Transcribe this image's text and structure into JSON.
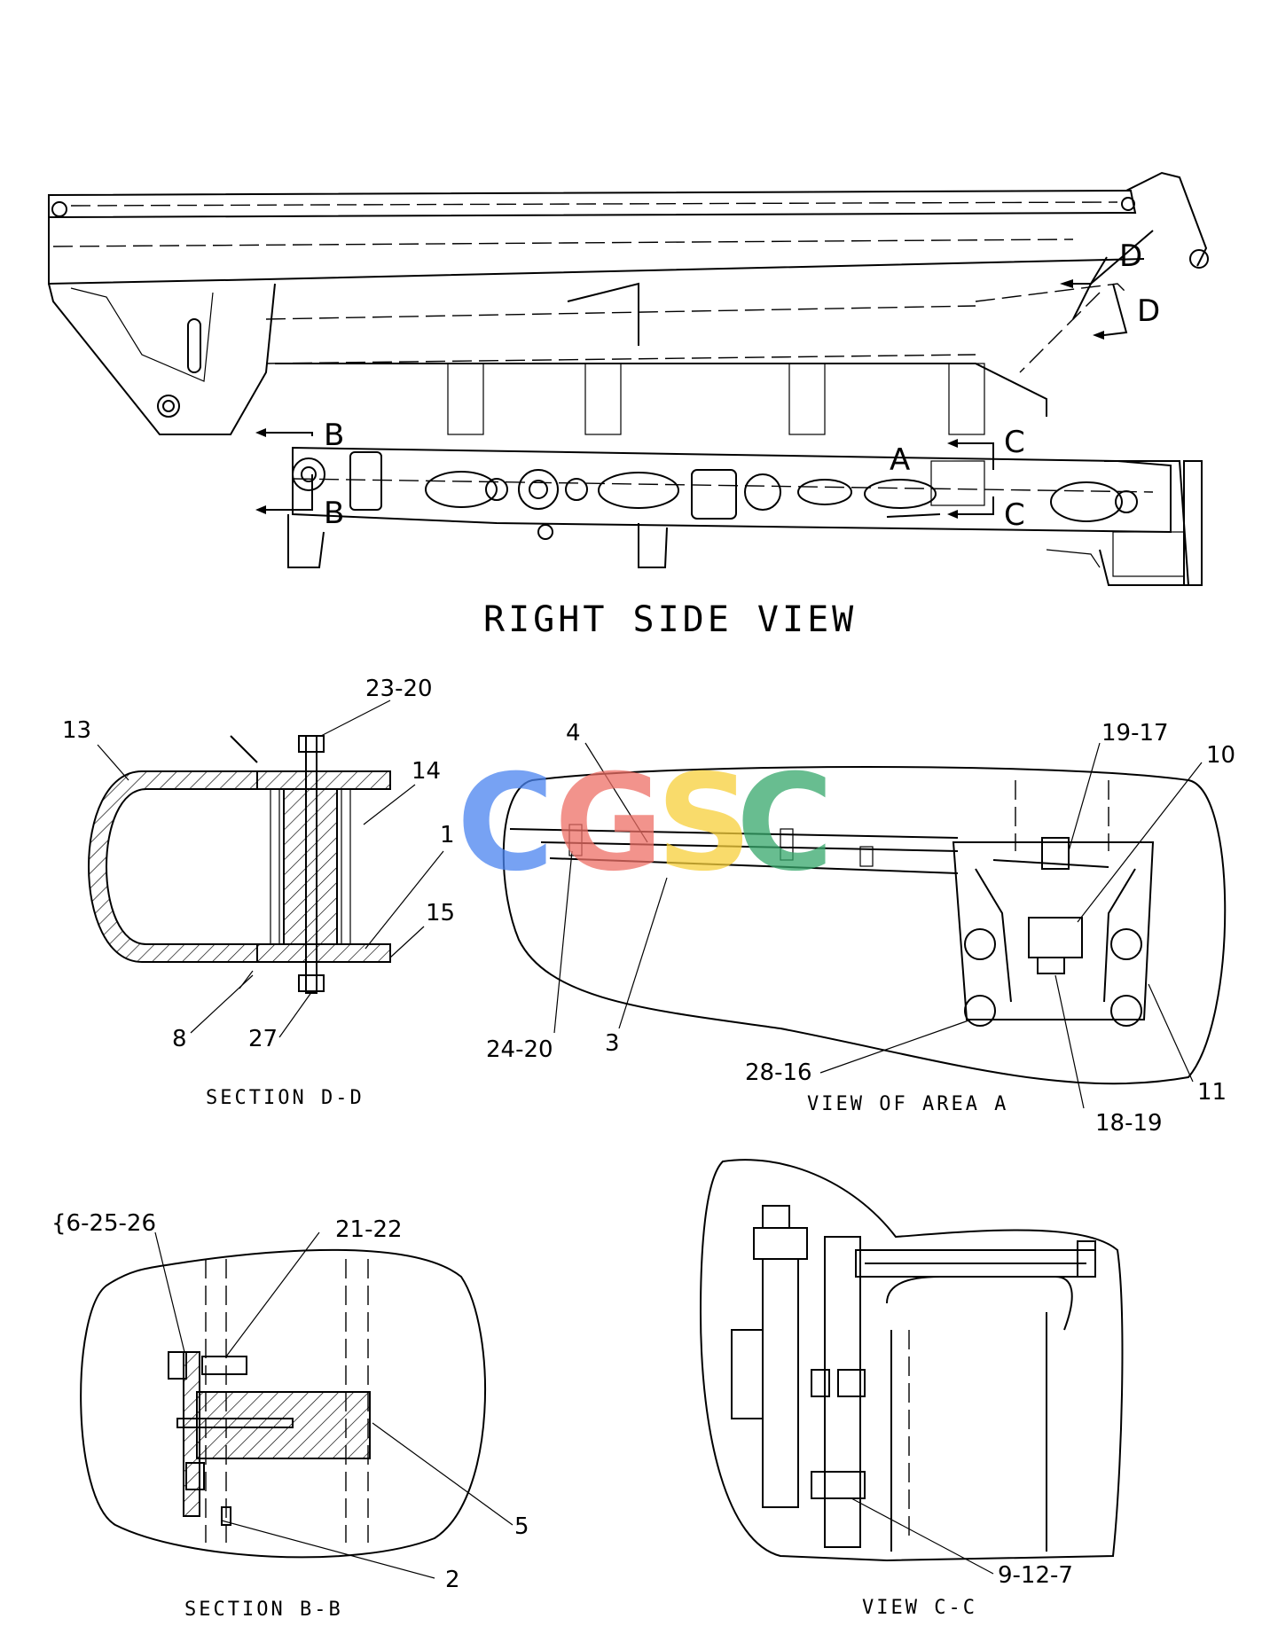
{
  "watermark": {
    "letters": [
      "C",
      "G",
      "S",
      "C"
    ],
    "colors": [
      "#4a84f0",
      "#ee6f66",
      "#f7cf3a",
      "#36a86b"
    ]
  },
  "views": {
    "right_side": {
      "title": "RIGHT SIDE VIEW",
      "callouts": {
        "a": "A",
        "b1": "B",
        "b2": "B",
        "c1": "C",
        "c2": "C",
        "d1": "D",
        "d2": "D"
      }
    },
    "section_dd": {
      "title": "SECTION D-D",
      "labels": {
        "l13": "13",
        "l23_20": "23-20",
        "l14": "14",
        "l1": "1",
        "l15": "15",
        "l8": "8",
        "l27": "27"
      }
    },
    "area_a": {
      "title": "VIEW OF AREA A",
      "labels": {
        "l4": "4",
        "l19_17": "19-17",
        "l10": "10",
        "l24_20": "24-20",
        "l3": "3",
        "l28_16": "28-16",
        "l11": "11",
        "l18_19": "18-19"
      }
    },
    "section_bb": {
      "title": "SECTION B-B",
      "labels": {
        "l6_25_26": "{6-25-26",
        "l21_22": "21-22",
        "l5": "5",
        "l2": "2"
      }
    },
    "view_cc": {
      "title": "VIEW C-C",
      "labels": {
        "l9_12_7": "9-12-7"
      }
    }
  }
}
